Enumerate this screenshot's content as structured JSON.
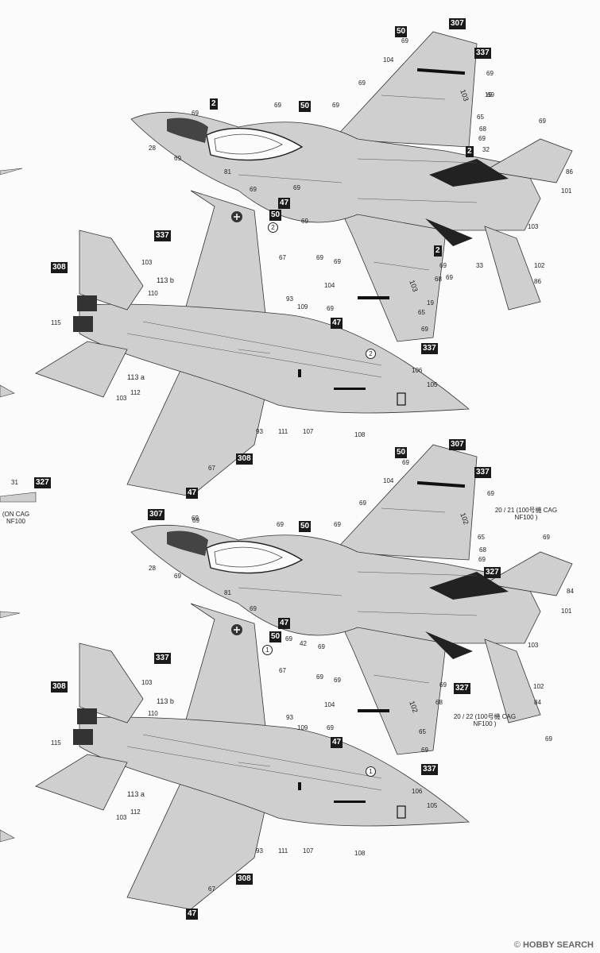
{
  "colors": {
    "paper": "#fbfbfb",
    "jet": "#cfcfcf",
    "jet_dark": "#b5b5b5",
    "line": "#333333",
    "black": "#1a1a1a"
  },
  "boxes": [
    {
      "t": "307"
    },
    {
      "t": "50"
    },
    {
      "t": "337"
    },
    {
      "t": "2"
    },
    {
      "t": "50"
    },
    {
      "t": "2"
    },
    {
      "t": "47"
    },
    {
      "t": "50"
    },
    {
      "t": "337"
    },
    {
      "t": "308"
    },
    {
      "t": "2"
    },
    {
      "t": "47"
    },
    {
      "t": "337"
    },
    {
      "t": "308"
    },
    {
      "t": "47"
    },
    {
      "t": "327"
    },
    {
      "t": "307"
    },
    {
      "t": "50"
    },
    {
      "t": "337"
    },
    {
      "t": "307"
    },
    {
      "t": "50"
    },
    {
      "t": "327"
    },
    {
      "t": "47"
    },
    {
      "t": "50"
    },
    {
      "t": "337"
    },
    {
      "t": "308"
    },
    {
      "t": "327"
    },
    {
      "t": "47"
    },
    {
      "t": "337"
    },
    {
      "t": "308"
    },
    {
      "t": "47"
    }
  ],
  "callouts": [
    {
      "t": "69"
    },
    {
      "t": "104"
    },
    {
      "t": "69"
    },
    {
      "t": "69"
    },
    {
      "t": "69"
    },
    {
      "t": "69"
    },
    {
      "t": "69"
    },
    {
      "t": "19"
    },
    {
      "t": "65"
    },
    {
      "t": "68"
    },
    {
      "t": "69"
    },
    {
      "t": "69"
    },
    {
      "t": "32"
    },
    {
      "t": "86"
    },
    {
      "t": "101"
    },
    {
      "t": "69"
    },
    {
      "t": "28"
    },
    {
      "t": "69"
    },
    {
      "t": "81"
    },
    {
      "t": "69"
    },
    {
      "t": "69"
    },
    {
      "t": "69"
    },
    {
      "t": "69"
    },
    {
      "t": "69"
    },
    {
      "t": "67"
    },
    {
      "t": "69"
    },
    {
      "t": "103"
    },
    {
      "t": "69"
    },
    {
      "t": "68"
    },
    {
      "t": "104"
    },
    {
      "t": "19"
    },
    {
      "t": "65"
    },
    {
      "t": "69"
    },
    {
      "t": "69"
    },
    {
      "t": "102"
    },
    {
      "t": "86"
    },
    {
      "t": "33"
    },
    {
      "t": "103"
    },
    {
      "t": "110"
    },
    {
      "t": "115"
    },
    {
      "t": "93"
    },
    {
      "t": "109"
    },
    {
      "t": "112"
    },
    {
      "t": "103"
    },
    {
      "t": "106"
    },
    {
      "t": "105"
    },
    {
      "t": "93"
    },
    {
      "t": "111"
    },
    {
      "t": "107"
    },
    {
      "t": "108"
    },
    {
      "t": "67"
    },
    {
      "t": "31"
    },
    {
      "t": "69"
    },
    {
      "t": "104"
    },
    {
      "t": "69"
    },
    {
      "t": "69"
    },
    {
      "t": "69"
    },
    {
      "t": "69"
    },
    {
      "t": "65"
    },
    {
      "t": "68"
    },
    {
      "t": "69"
    },
    {
      "t": "69"
    },
    {
      "t": "84"
    },
    {
      "t": "101"
    },
    {
      "t": "69"
    },
    {
      "t": "28"
    },
    {
      "t": "69"
    },
    {
      "t": "81"
    },
    {
      "t": "69"
    },
    {
      "t": "69"
    },
    {
      "t": "42"
    },
    {
      "t": "69"
    },
    {
      "t": "69"
    },
    {
      "t": "69"
    },
    {
      "t": "67"
    },
    {
      "t": "69"
    },
    {
      "t": "103"
    },
    {
      "t": "68"
    },
    {
      "t": "104"
    },
    {
      "t": "69"
    },
    {
      "t": "65"
    },
    {
      "t": "69"
    },
    {
      "t": "102"
    },
    {
      "t": "84"
    },
    {
      "t": "69"
    },
    {
      "t": "103"
    },
    {
      "t": "110"
    },
    {
      "t": "115"
    },
    {
      "t": "93"
    },
    {
      "t": "109"
    },
    {
      "t": "112"
    },
    {
      "t": "103"
    },
    {
      "t": "106"
    },
    {
      "t": "105"
    },
    {
      "t": "93"
    },
    {
      "t": "111"
    },
    {
      "t": "107"
    },
    {
      "t": "108"
    },
    {
      "t": "67"
    },
    {
      "t": "69"
    }
  ],
  "circled": [
    {
      "t": "2"
    },
    {
      "t": "2"
    },
    {
      "t": "1"
    },
    {
      "t": "1"
    }
  ],
  "pair_labels": {
    "a1": "113",
    "a2": "b",
    "b1": "113",
    "b2": "a",
    "c1": "113",
    "c2": "b",
    "d1": "113",
    "d2": "a"
  },
  "cag_note": {
    "line1": "20 / 21 (100号機 CAG",
    "line2": "NF100 )",
    "line3": "20 / 22 (100号機 CAG",
    "line4": "NF100 )"
  },
  "left_note": {
    "line1": "(ON CAG",
    "line2": "NF100"
  },
  "tail_codes": {
    "c1": "103",
    "c2": "103",
    "c3": "102",
    "c4": "102"
  },
  "watermark": {
    "brand": "HOBBY SEARCH",
    "symbol": "©"
  }
}
